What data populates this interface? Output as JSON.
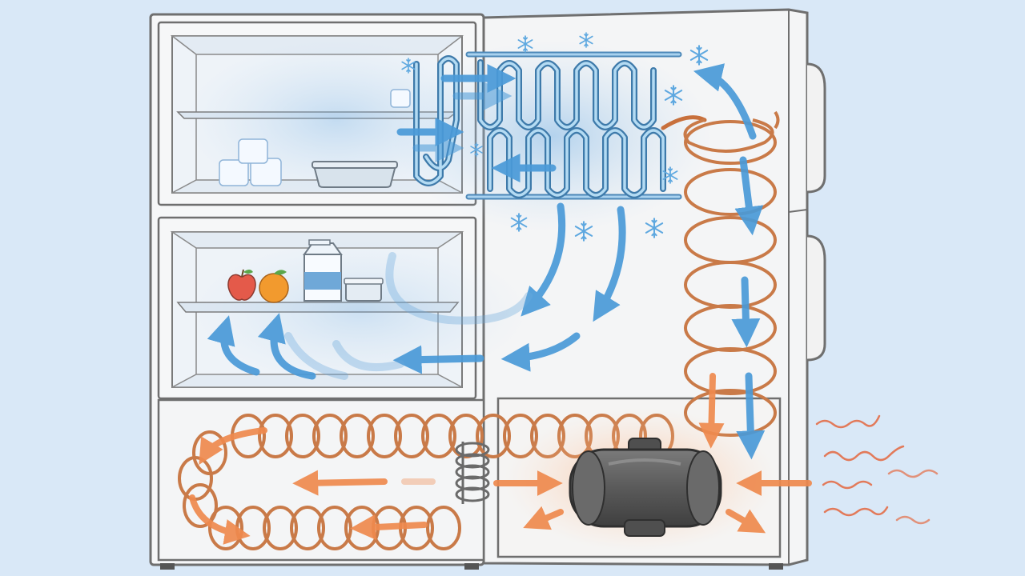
{
  "scene": {
    "subject": "refrigerator-cooling-cycle",
    "labels_visible": false
  },
  "colors": {
    "background": "#d9e8f7",
    "cabinet": "#f6f7f8",
    "outline": "#6f6f6f",
    "compartment_interior": "#eef3f8",
    "cold_air": "#4a9ad8",
    "cold_glow": "#9cc6ea",
    "evaporator_coil": "#5aa8d8",
    "condenser_coil": "#d98a5a",
    "warm_air": "#ef8a4e",
    "heat_waves": "#e27a5a",
    "compressor": "#5b5b5b",
    "snowflake": "#5ea8e0"
  },
  "icons": [
    "freezer-compartment",
    "fridge-compartment",
    "evaporator-coil",
    "condenser-coil",
    "compressor",
    "ice-cubes",
    "ice-tray",
    "apple",
    "orange",
    "milk-carton",
    "food-container",
    "snowflake-icon",
    "heat-wave-icon",
    "cold-air-arrow",
    "warm-air-arrow"
  ]
}
